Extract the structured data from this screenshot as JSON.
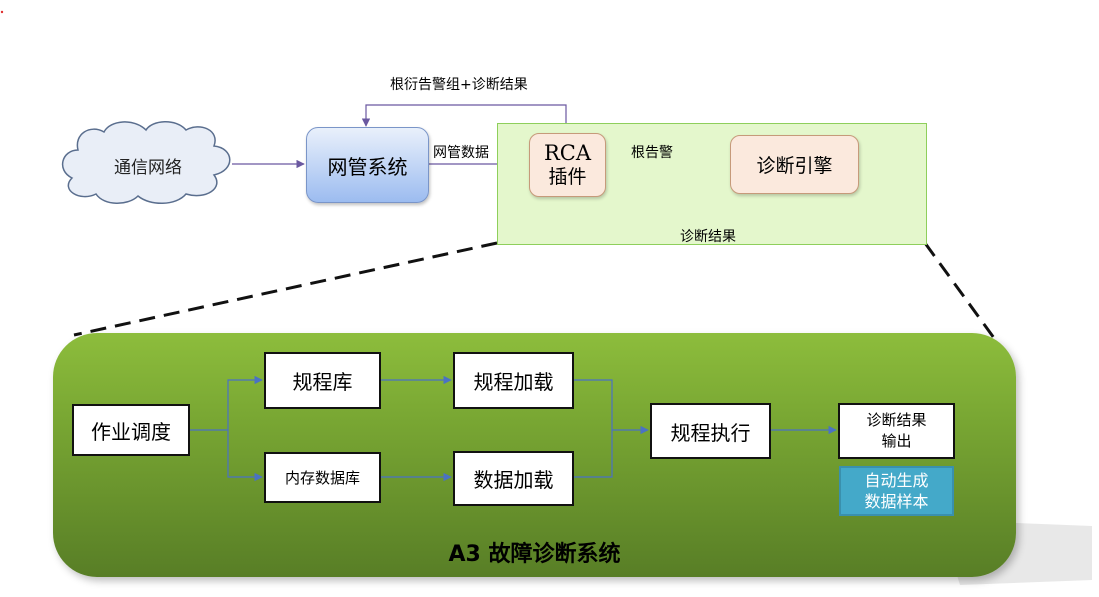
{
  "top_flow": {
    "cloud_label": "通信网络",
    "nms_label": "网管系统",
    "feedback_label": "根衍告警组+诊断结果",
    "nms_data_label": "网管数据",
    "rca_line1": "RCA",
    "rca_line2": "插件",
    "root_alarm_label": "根告警",
    "engine_label": "诊断引擎",
    "diag_result_label": "诊断结果"
  },
  "system": {
    "title": "A3 故障诊断系统",
    "job_scheduling": "作业调度",
    "rule_library": "规程库",
    "memory_db": "内存数据库",
    "rule_loading": "规程加载",
    "data_loading": "数据加载",
    "rule_execution": "规程执行",
    "output_line1": "诊断结果",
    "output_line2": "输出",
    "auto_line1": "自动生成",
    "auto_line2": "数据样本",
    "auto_fill_color": "#44a9c9",
    "panel_color": "#79a733"
  }
}
